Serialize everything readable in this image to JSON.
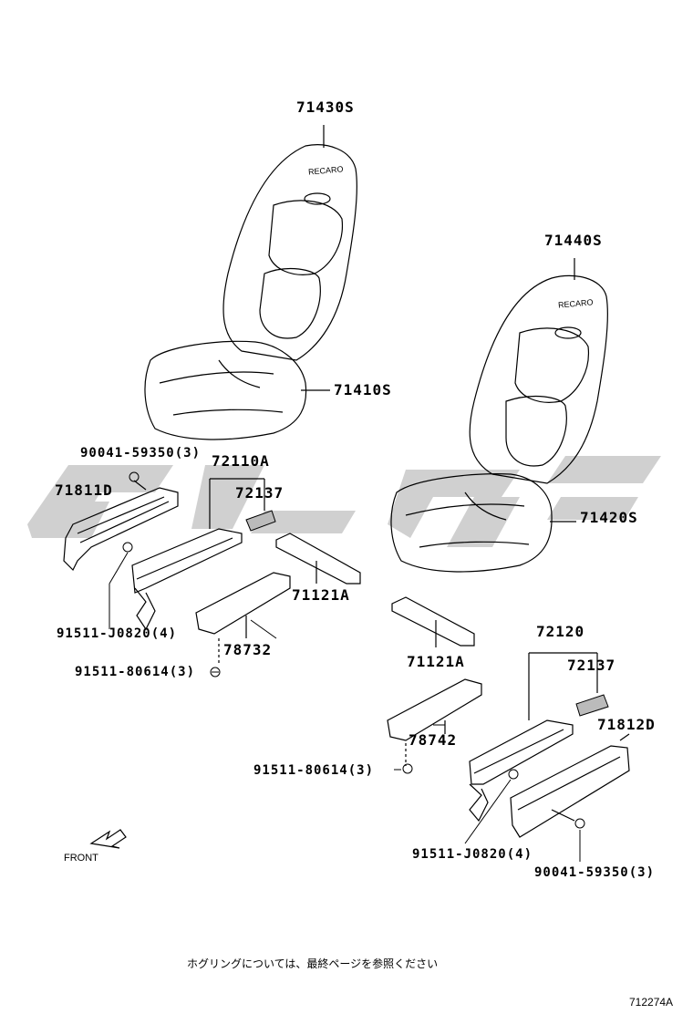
{
  "diagram": {
    "parts": {
      "seat_back_left": "71430S",
      "seat_back_right": "71440S",
      "cushion_left": "71410S",
      "cushion_right": "71420S",
      "screw_s_left": "90041-59350(3)",
      "shield_left": "71811D",
      "adjuster_left": "72110A",
      "cover_left": "72137",
      "bracket_left": "71121A",
      "bolt_b_left": "91511-J0820(4)",
      "rail_left": "78732",
      "bolt_left_rail": "91511-80614(3)",
      "bracket_right": "71121A",
      "adjuster_right": "72120",
      "cover_right": "72137",
      "shield_right": "71812D",
      "rail_right": "78742",
      "bolt_right_rail": "91511-80614(3)",
      "bolt_b_right": "91511-J0820(4)",
      "screw_s_right": "90041-59350(3)"
    },
    "seat_logo_text": "RECARO",
    "front_label": "FRONT",
    "note": "ホグリングについては、最終ページを参照ください",
    "ref_code": "712274A",
    "watermark_colors": {
      "gray": "#c8c8c8"
    }
  }
}
